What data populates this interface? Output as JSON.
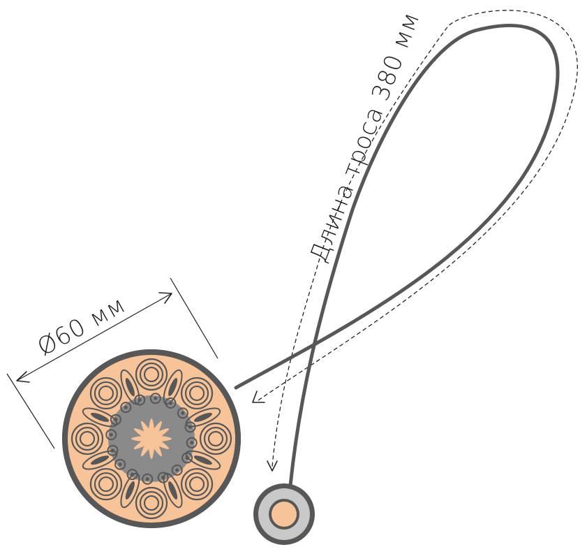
{
  "labels": {
    "diameter": "Ø60 мм",
    "cable_length": "Длина троса 380 мм"
  },
  "colors": {
    "cable": "#575757",
    "disc_rim": "#575757",
    "disc_pattern": "#f7c399",
    "disc_center_background": "#8a8a8a",
    "end_cap_ring": "#c8c8c8",
    "end_cap_center": "#f7c399",
    "dimension_lines": "#222222"
  },
  "icons": {
    "large_disc": "ornamental-mandala-disc",
    "small_disc": "cable-end-cap"
  }
}
